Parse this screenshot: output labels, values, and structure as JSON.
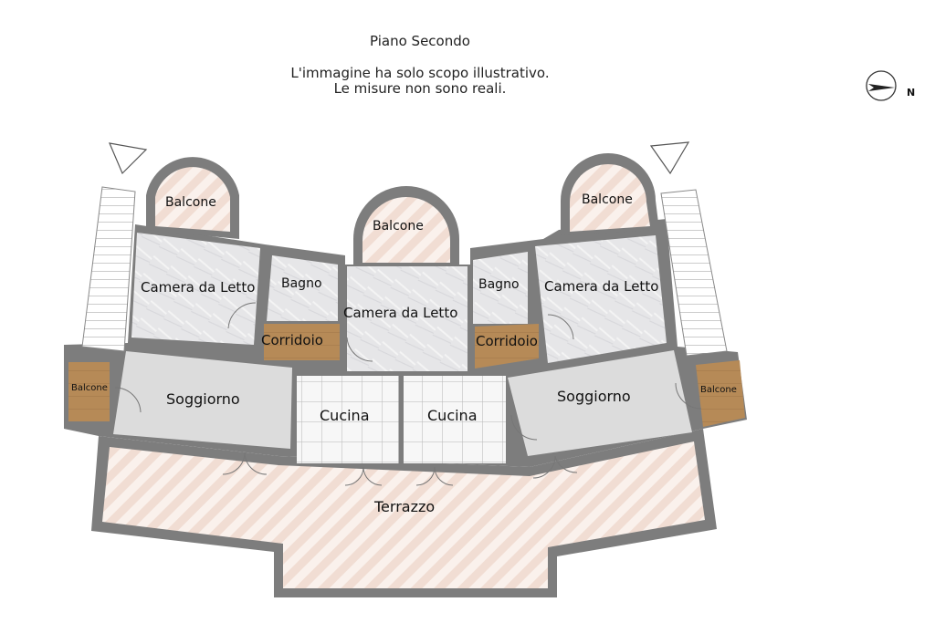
{
  "header": {
    "floor_title": "Piano Secondo",
    "disclaimer_line1": "L'immagine ha solo scopo illustrativo.",
    "disclaimer_line2": "Le misure non sono reali."
  },
  "compass": {
    "label": "N"
  },
  "rooms": {
    "balcone_top_left": "Balcone",
    "balcone_top_center": "Balcone",
    "balcone_top_right": "Balcone",
    "camera_left": "Camera da Letto",
    "camera_center": "Camera da Letto",
    "camera_right": "Camera da Letto",
    "bagno_left": "Bagno",
    "bagno_right": "Bagno",
    "corridoio_left": "Corridoio",
    "corridoio_right": "Corridoio",
    "balcone_side_left": "Balcone",
    "balcone_side_right": "Balcone",
    "soggiorno_left": "Soggiorno",
    "soggiorno_right": "Soggiorno",
    "cucina_left": "Cucina",
    "cucina_right": "Cucina",
    "terrazzo": "Terrazzo"
  },
  "colors": {
    "wall": "#808080",
    "floor_grey": "#dadada",
    "floor_light": "#e8e8e8",
    "wood": "#b48a58",
    "terrace_tile": "#f5e9e3",
    "stairs": "#ffffff"
  }
}
